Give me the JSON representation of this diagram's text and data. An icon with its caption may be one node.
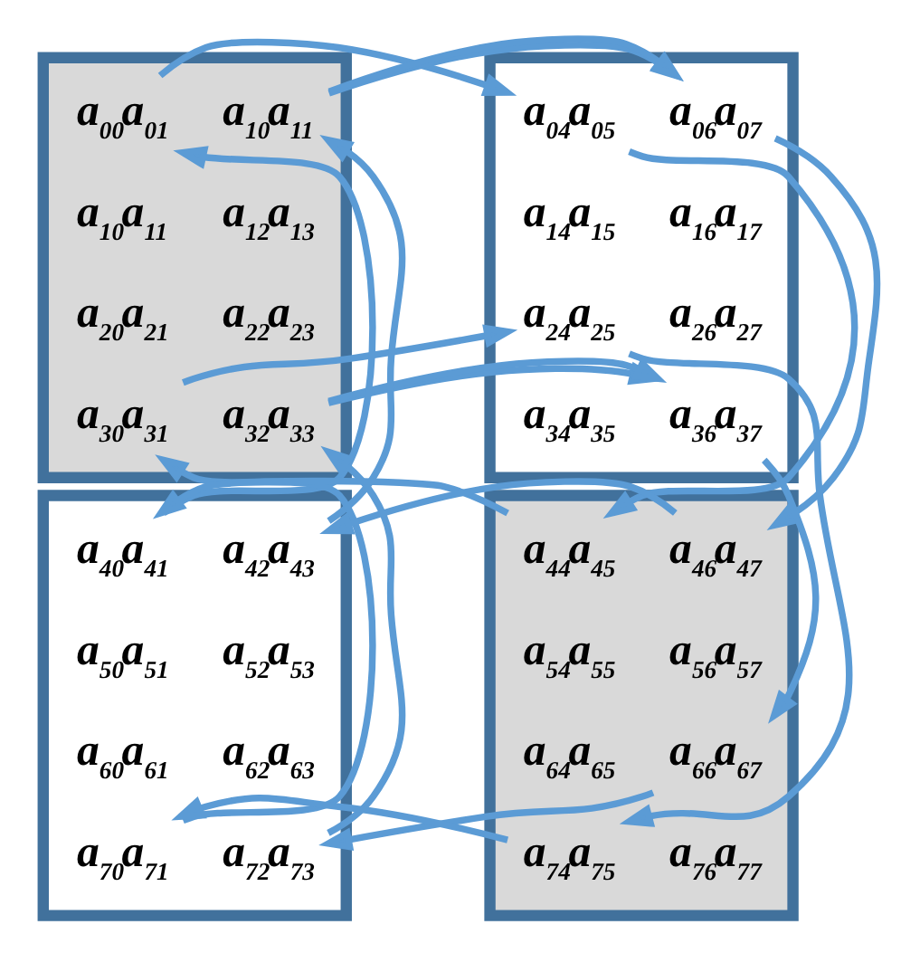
{
  "diagram": {
    "nodes": [
      {
        "text": [],
        "shape": "box"
      },
      {
        "text": [
          "a$_{00}$a$_{01}$"
        ],
        "in": 0
      },
      {
        "text": [
          "a$_{10}$a$_{11}$"
        ],
        "in": 0
      },
      {
        "text": [
          "a$_{10}$a$_{11}$"
        ],
        "in": 0
      },
      {
        "text": [
          "a$_{12}$a$_{13}$"
        ],
        "in": 0
      },
      {
        "text": [
          "a$_{20}$a$_{21}$"
        ],
        "in": 0
      },
      {
        "text": [
          "a$_{22}$a$_{23}$"
        ],
        "in": 0
      },
      {
        "text": [
          "a$_{30}$a$_{31}$"
        ],
        "in": 0
      },
      {
        "text": [
          "a$_{32}$a$_{33}$"
        ],
        "in": 0
      },
      {
        "text": [],
        "shape": "box"
      },
      {
        "text": [
          "a$_{04}$a$_{05}$"
        ],
        "in": 9
      },
      {
        "text": [
          "a$_{06}$a$_{07}$"
        ],
        "in": 9
      },
      {
        "text": [
          "a$_{14}$a$_{15}$"
        ],
        "in": 9
      },
      {
        "text": [
          "a$_{16}$a$_{17}$"
        ],
        "in": 9
      },
      {
        "text": [
          "a$_{24}$a$_{25}$"
        ],
        "in": 9
      },
      {
        "text": [
          "a$_{26}$a$_{27}$"
        ],
        "in": 9
      },
      {
        "text": [
          "a$_{34}$a$_{35}$"
        ],
        "in": 9
      },
      {
        "text": [
          "a$_{36}$a$_{37}$"
        ],
        "in": 9
      },
      {
        "text": [],
        "shape": "box"
      },
      {
        "text": [
          "a$_{40}$a$_{41}$"
        ],
        "in": 18
      },
      {
        "text": [
          "a$_{42}$a$_{43}$"
        ],
        "in": 18
      },
      {
        "text": [
          "a$_{50}$a$_{51}$"
        ],
        "in": 18
      },
      {
        "text": [
          "a$_{52}$a$_{53}$"
        ],
        "in": 18
      },
      {
        "text": [
          "a$_{60}$a$_{61}$"
        ],
        "in": 18
      },
      {
        "text": [
          "a$_{62}$a$_{63}$"
        ],
        "in": 18
      },
      {
        "text": [
          "a$_{70}$a$_{71}$"
        ],
        "in": 18
      },
      {
        "text": [
          "a$_{72}$a$_{73}$"
        ],
        "in": 18
      },
      {
        "text": [],
        "shape": "box"
      },
      {
        "text": [
          "a$_{44}$a$_{45}$"
        ],
        "in": 27
      },
      {
        "text": [
          "a$_{46}$a$_{47}$"
        ],
        "in": 27
      },
      {
        "text": [
          "a$_{54}$a$_{55}$"
        ],
        "in": 27
      },
      {
        "text": [
          "a$_{56}$a$_{57}$"
        ],
        "in": 27
      },
      {
        "text": [
          "a$_{64}$a$_{65}$"
        ],
        "in": 27
      },
      {
        "text": [
          "a$_{66}$a$_{67}$"
        ],
        "in": 27
      },
      {
        "text": [
          "a$_{74}$a$_{75}$"
        ],
        "in": 27
      },
      {
        "text": [
          "a$_{76}$a$_{77}$"
        ],
        "in": 27
      }
    ],
    "edges": [
      {
        "from": 19,
        "to": 1,
        "arrow": "to"
      },
      {
        "from": 1,
        "to": 10,
        "arrow": "to"
      },
      {
        "from": 10,
        "to": 28,
        "arrow": "to"
      },
      {
        "from": 28,
        "to": 19,
        "arrow": "to"
      },
      {
        "from": 20,
        "to": 2,
        "arrow": "to"
      },
      {
        "from": 2,
        "to": 11,
        "arrow": "to"
      },
      {
        "from": 11,
        "to": 29,
        "arrow": "to"
      },
      {
        "from": 29,
        "to": 20,
        "arrow": "to"
      },
      {
        "from": 25,
        "to": 7,
        "arrow": "to"
      },
      {
        "from": 7,
        "to": 14,
        "arrow": "to"
      },
      {
        "from": 14,
        "to": 34,
        "arrow": "to"
      },
      {
        "from": 34,
        "to": 25,
        "arrow": "to"
      },
      {
        "from": 26,
        "to": 8,
        "arrow": "to"
      },
      {
        "from": 8,
        "to": 17,
        "arrow": "to"
      },
      {
        "from": 17,
        "to": 33,
        "arrow": "to"
      },
      {
        "from": 33,
        "to": 26,
        "arrow": "to"
      }
    ]
  }
}
